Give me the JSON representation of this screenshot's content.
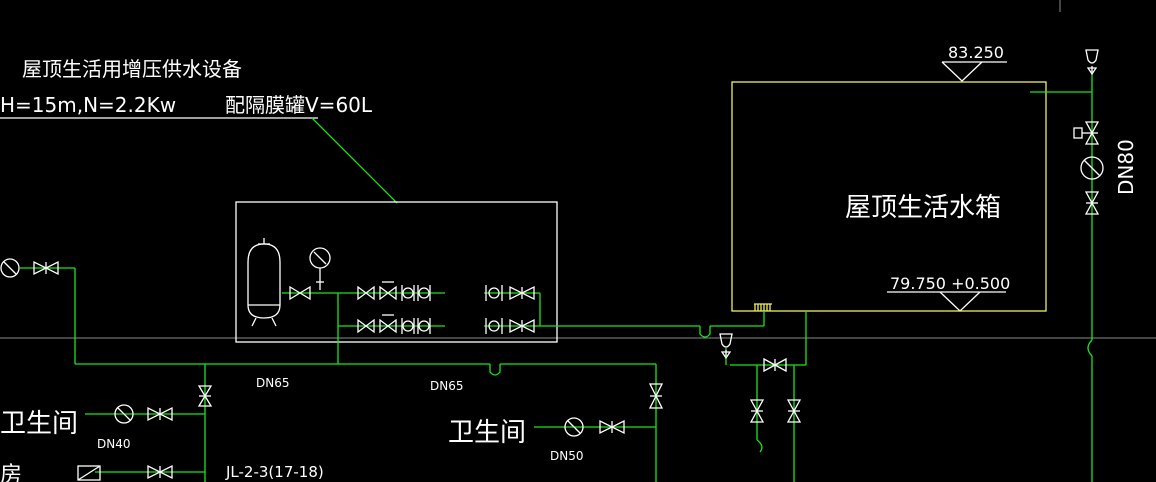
{
  "labels": {
    "equipment_title": "屋顶生活用增压供水设备",
    "pump_spec": "H=15m,N=2.2Kw",
    "tank_spec": "配隔膜罐V=60L",
    "water_tank_name": "屋顶生活水箱",
    "elev_top": "83.250",
    "elev_bottom": "79.750 +0.500",
    "riser_dn": "DN80",
    "dn65_left": "DN65",
    "dn65_mid": "DN65",
    "toilet_left": "卫生间",
    "toilet_mid": "卫生间",
    "dn40": "DN40",
    "dn50": "DN50",
    "riser_id": "JL-2-3(17-18)",
    "partial_char": "房"
  },
  "colors": {
    "background": "#000000",
    "pipe": "#19e619",
    "tank_outline": "#f0f060",
    "equipment": "#ffffff",
    "axis": "#8a8a8a"
  }
}
